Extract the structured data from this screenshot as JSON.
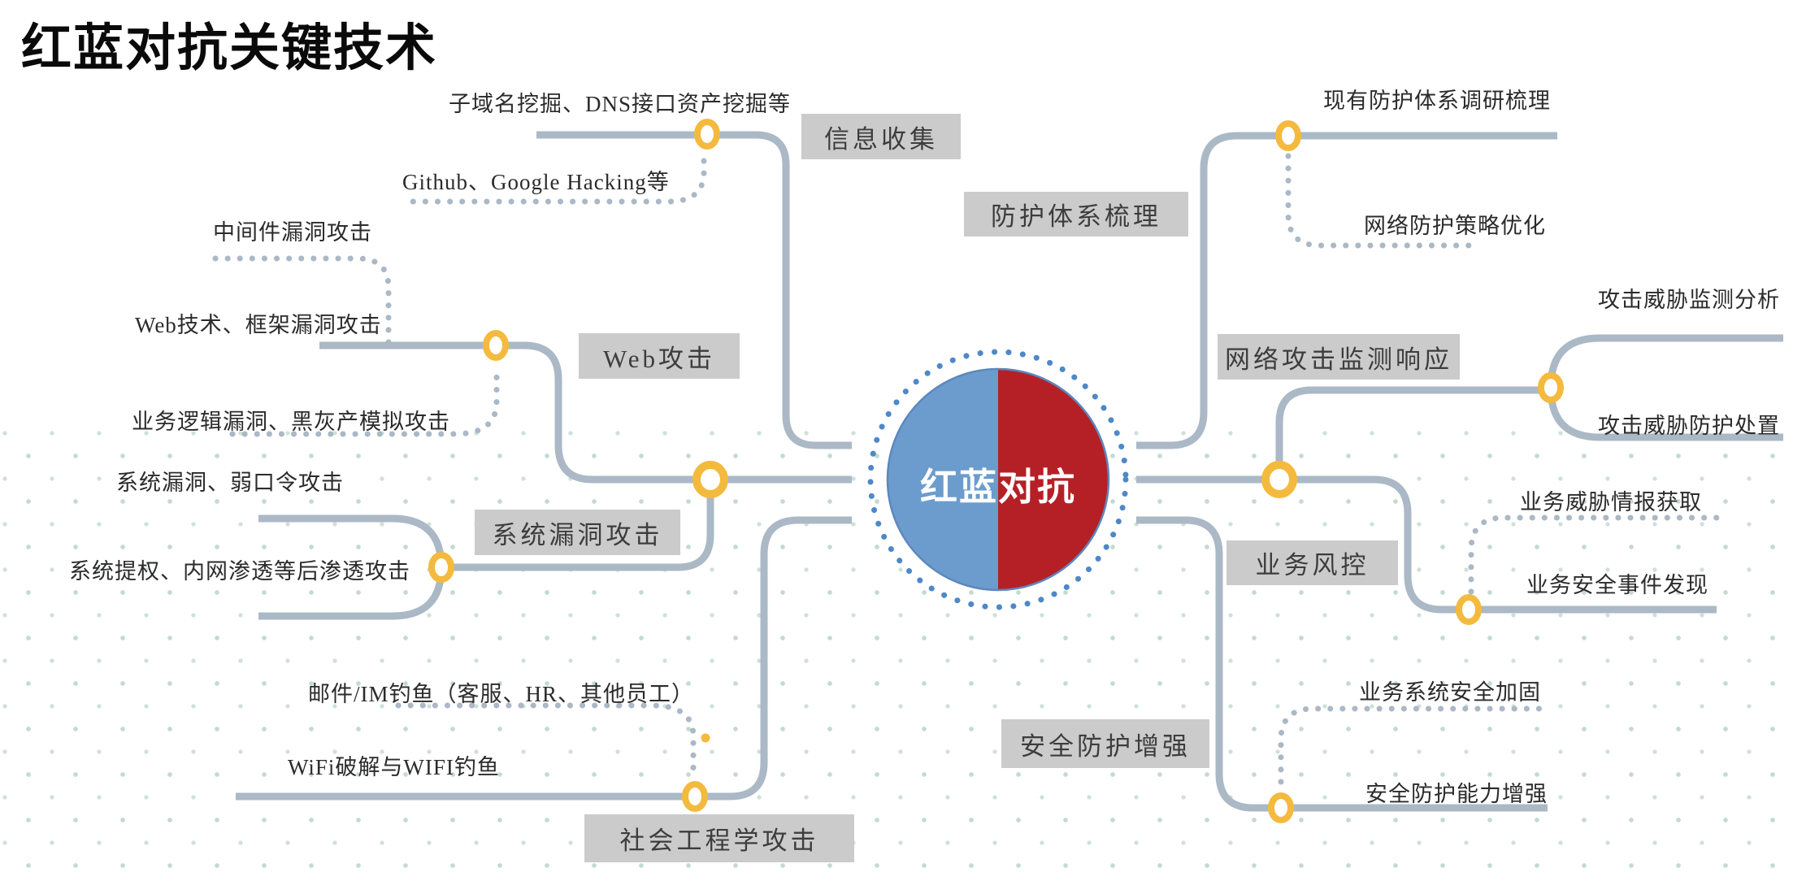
{
  "title": "红蓝对抗关键技术",
  "center": {
    "label": "红蓝对抗"
  },
  "colors": {
    "line": "#ABB8C6",
    "node_ring": "#F3BA3E",
    "box_bg": "#CBCBCB",
    "box_text": "#3D3D3D",
    "leaf_text": "#2B2B2B",
    "center_blue": "#6B9CCD",
    "center_red": "#B52026",
    "center_ring_dots": "#4E88C7",
    "background_dots": "#93BCA7"
  },
  "branches": [
    {
      "id": "info-collection",
      "label": "信息收集",
      "side": "left",
      "leaves": [
        {
          "text": "子域名挖掘、DNS接口资产挖掘等",
          "style": "solid"
        },
        {
          "text": "Github、Google Hacking等",
          "style": "dotted"
        }
      ]
    },
    {
      "id": "web-attack",
      "label": "Web攻击",
      "side": "left",
      "leaves": [
        {
          "text": "中间件漏洞攻击",
          "style": "dotted"
        },
        {
          "text": "Web技术、框架漏洞攻击",
          "style": "solid"
        },
        {
          "text": "业务逻辑漏洞、黑灰产模拟攻击",
          "style": "dotted"
        }
      ]
    },
    {
      "id": "system-vuln-attack",
      "label": "系统漏洞攻击",
      "side": "left",
      "leaves": [
        {
          "text": "系统漏洞、弱口令攻击",
          "style": "solid"
        },
        {
          "text": "系统提权、内网渗透等后渗透攻击",
          "style": "solid"
        }
      ]
    },
    {
      "id": "social-engineering",
      "label": "社会工程学攻击",
      "side": "left",
      "leaves": [
        {
          "text": "邮件/IM钓鱼（客服、HR、其他员工）",
          "style": "dotted"
        },
        {
          "text": "WiFi破解与WIFI钓鱼",
          "style": "solid"
        }
      ]
    },
    {
      "id": "defense-system-review",
      "label": "防护体系梳理",
      "side": "right",
      "leaves": [
        {
          "text": "现有防护体系调研梳理",
          "style": "solid"
        },
        {
          "text": "网络防护策略优化",
          "style": "dotted"
        }
      ]
    },
    {
      "id": "attack-monitoring-response",
      "label": "网络攻击监测响应",
      "side": "right",
      "leaves": [
        {
          "text": "攻击威胁监测分析",
          "style": "solid"
        },
        {
          "text": "攻击威胁防护处置",
          "style": "solid"
        }
      ]
    },
    {
      "id": "business-risk-control",
      "label": "业务风控",
      "side": "right",
      "leaves": [
        {
          "text": "业务威胁情报获取",
          "style": "dotted"
        },
        {
          "text": "业务安全事件发现",
          "style": "solid"
        }
      ]
    },
    {
      "id": "security-enhancement",
      "label": "安全防护增强",
      "side": "right",
      "leaves": [
        {
          "text": "业务系统安全加固",
          "style": "dotted"
        },
        {
          "text": "安全防护能力增强",
          "style": "solid"
        }
      ]
    }
  ]
}
